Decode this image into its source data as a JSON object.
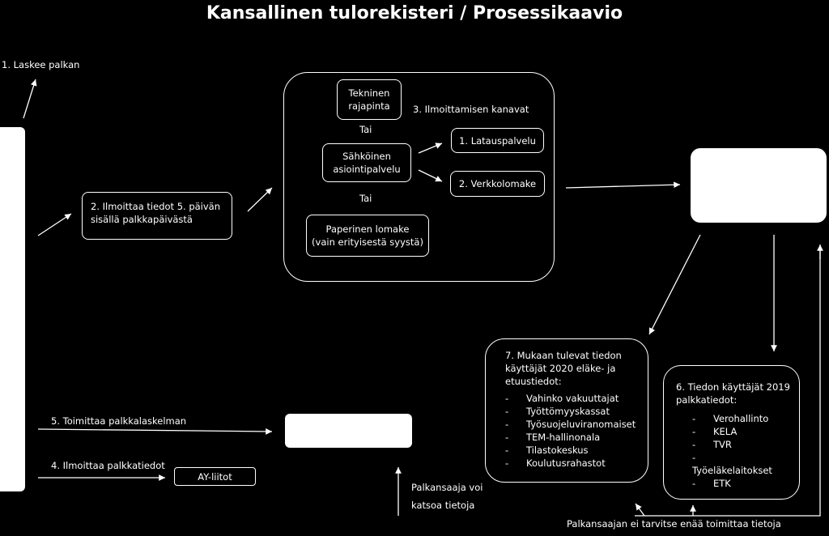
{
  "title": "Kansallinen tulorekisteri / Prosessikaavio",
  "steps": {
    "step1": "1. Laskee palkan",
    "step2": [
      "2. Ilmoittaa tiedot 5. päivän",
      "sisällä palkkapäivästä"
    ],
    "step3": "3. Ilmoittamisen kanavat",
    "step4": "4. Ilmoittaa palkkatiedot",
    "step5": "5. Toimittaa palkkalaskelman"
  },
  "channels": {
    "tekninen": [
      "Tekninen",
      "rajapinta"
    ],
    "tai1": "Tai",
    "sahkoinen": [
      "Sähköinen",
      "asiointipalvelu"
    ],
    "tai2": "Tai",
    "paperinen": [
      "Paperinen lomake",
      "(vain erityisestä syystä)"
    ],
    "latauspalvelu": "1. Latauspalvelu",
    "verkkolomake": "2. Verkkolomake"
  },
  "ay_liitot": "AY-liitot",
  "users2020": {
    "heading": [
      "7. Mukaan tulevat tiedon",
      "käyttäjät 2020 eläke- ja",
      "etuustiedot:"
    ],
    "items": [
      "Vahinko vakuuttajat",
      "Työttömyyskassat",
      "Työsuojeluviranomaiset",
      "TEM-hallinonala",
      "Tilastokeskus",
      "Koulutusrahastot"
    ]
  },
  "users2019": {
    "heading": [
      "6. Tiedon käyttäjät 2019",
      "palkkatiedot:"
    ],
    "items": [
      "Verohallinto",
      "KELA",
      "TVR",
      "Työeläkelaitokset",
      "ETK"
    ]
  },
  "notes": {
    "palkansaaja_voi": [
      "Palkansaaja voi",
      "katsoa tietoja"
    ],
    "ei_tarvitse": "Palkansaajan ei tarvitse enää toimittaa tietoja"
  }
}
